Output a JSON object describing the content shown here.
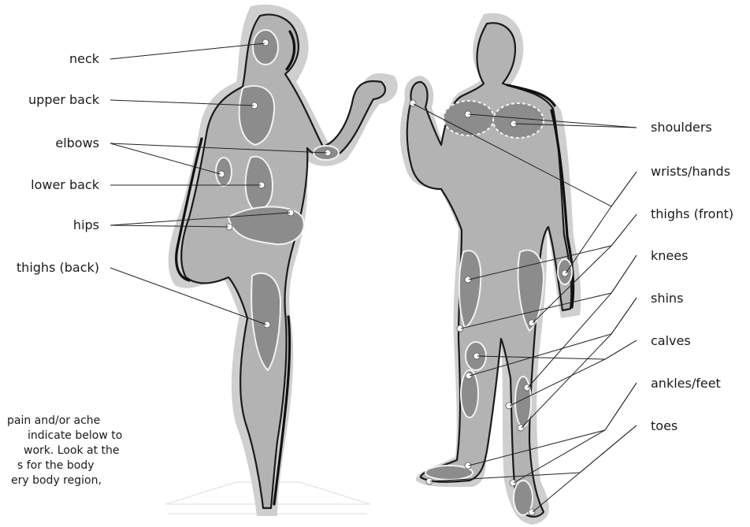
{
  "labels_left": [
    {
      "id": "neck",
      "text": "neck"
    },
    {
      "id": "upper-back",
      "text": "upper back"
    },
    {
      "id": "elbows",
      "text": "elbows"
    },
    {
      "id": "lower-back",
      "text": "lower back"
    },
    {
      "id": "hips",
      "text": "hips"
    },
    {
      "id": "thighs-back",
      "text": "thighs (back)"
    }
  ],
  "labels_right": [
    {
      "id": "shoulders",
      "text": "shoulders"
    },
    {
      "id": "wrists-hands",
      "text": "wrists/hands"
    },
    {
      "id": "thighs-front",
      "text": "thighs (front)"
    },
    {
      "id": "knees",
      "text": "knees"
    },
    {
      "id": "shins",
      "text": "shins"
    },
    {
      "id": "calves",
      "text": "calves"
    },
    {
      "id": "ankles-feet",
      "text": "ankles/feet"
    },
    {
      "id": "toes",
      "text": "toes"
    }
  ],
  "instruction_lines": [
    "pain and/or ache",
    "indicate below to",
    "work. Look at the",
    "s for the body",
    "ery body region,"
  ],
  "colors": {
    "halo": "#cfcfcf",
    "body": "#b3b3b3",
    "zone": "#8c8c8c",
    "outline": "#1a1a1a"
  }
}
